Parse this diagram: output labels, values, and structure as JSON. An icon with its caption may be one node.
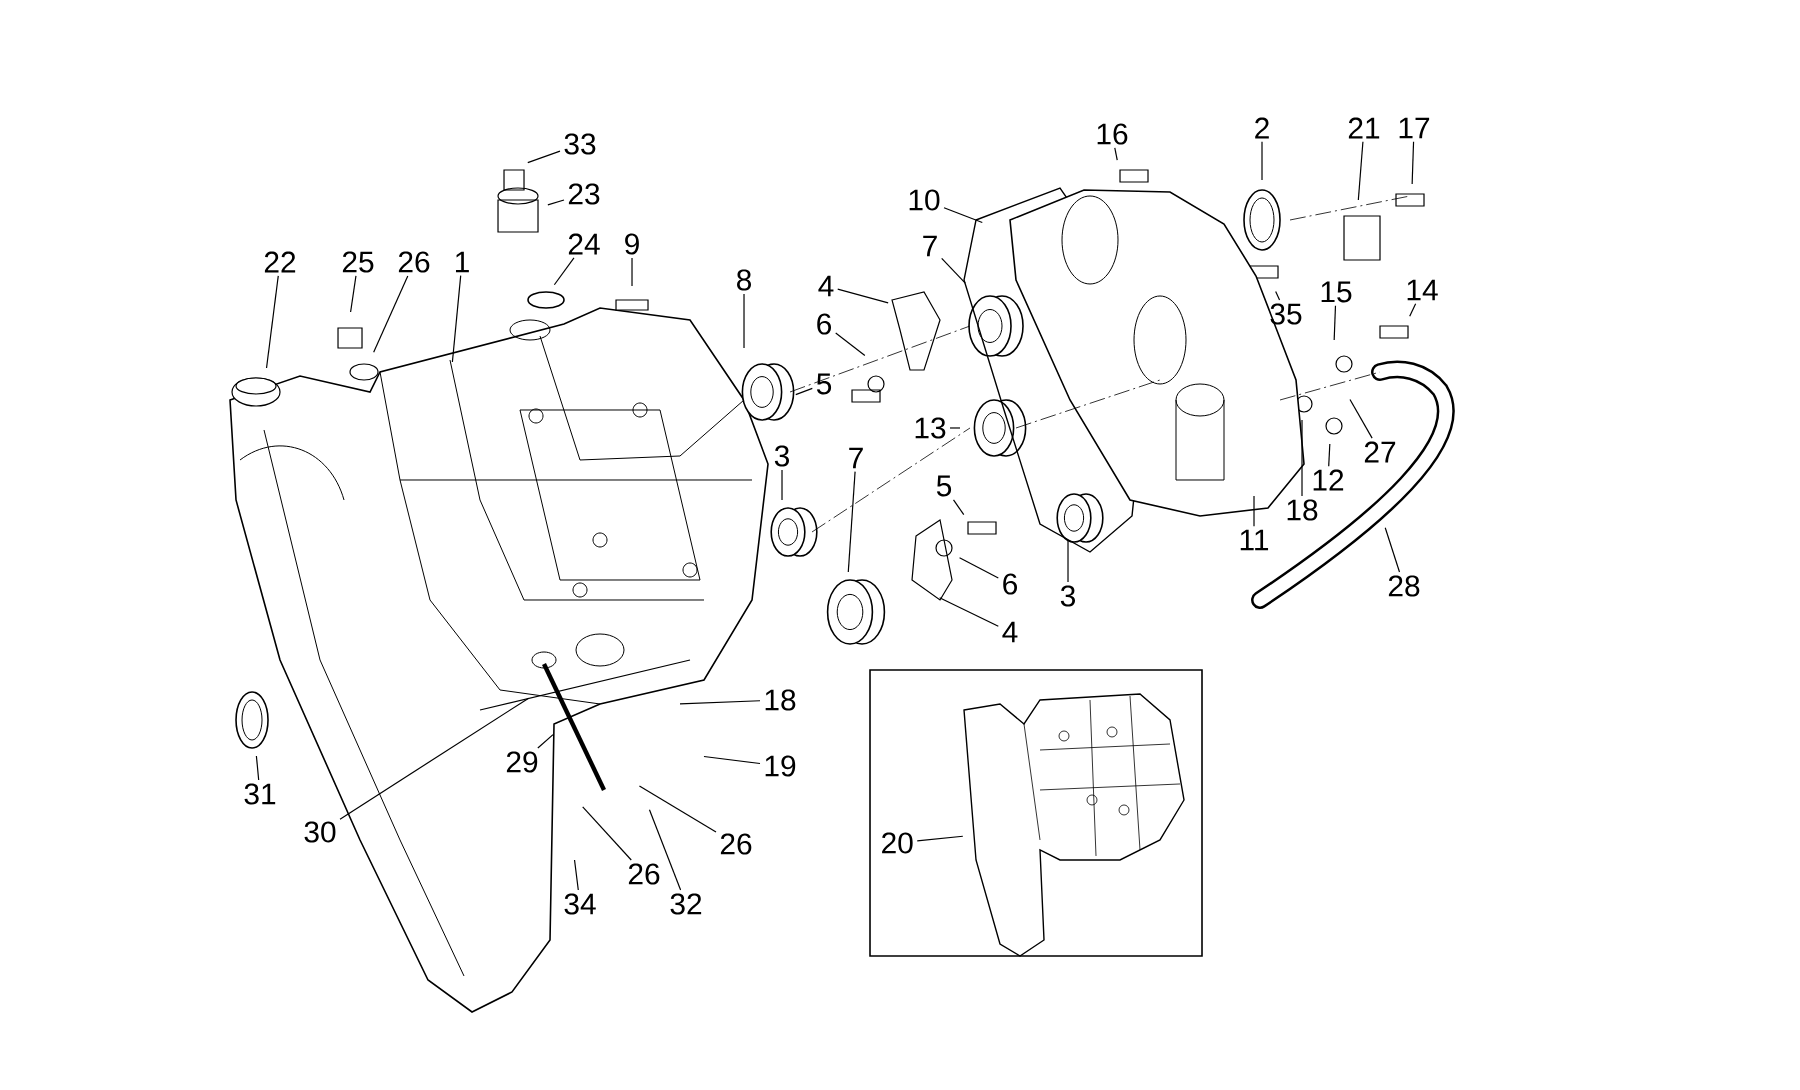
{
  "diagram": {
    "nodes": [
      {
        "text": [],
        "shape": "box"
      },
      {
        "text": [
          "33"
        ]
      },
      {
        "text": [
          "16"
        ]
      },
      {
        "text": [
          "2"
        ]
      },
      {
        "text": [
          "21"
        ]
      },
      {
        "text": [
          "17"
        ]
      },
      {
        "text": [
          "23"
        ]
      },
      {
        "text": [
          "10"
        ]
      },
      {
        "text": [
          "9"
        ]
      },
      {
        "text": [
          "24"
        ]
      },
      {
        "text": [
          "7"
        ]
      },
      {
        "text": [
          "22"
        ]
      },
      {
        "text": [
          "25"
        ]
      },
      {
        "text": [
          "26"
        ]
      },
      {
        "text": [
          "1"
        ]
      },
      {
        "text": [
          "8"
        ]
      },
      {
        "text": [
          "4"
        ]
      },
      {
        "text": [
          "14"
        ]
      },
      {
        "text": [
          "15"
        ]
      },
      {
        "text": [
          "35"
        ]
      },
      {
        "text": [
          "6"
        ]
      },
      {
        "text": [
          "5"
        ]
      },
      {
        "text": [
          "13"
        ]
      },
      {
        "text": [
          "27"
        ]
      },
      {
        "text": [
          "3"
        ]
      },
      {
        "text": [
          "7"
        ]
      },
      {
        "text": [
          "12"
        ]
      },
      {
        "text": [
          "5"
        ]
      },
      {
        "text": [
          "18"
        ]
      },
      {
        "text": [
          "11"
        ]
      },
      {
        "text": [
          "6"
        ]
      },
      {
        "text": [
          "28"
        ]
      },
      {
        "text": [
          "3"
        ]
      },
      {
        "text": [
          "4"
        ]
      },
      {
        "text": [
          "18"
        ]
      },
      {
        "text": [
          "29"
        ]
      },
      {
        "text": [
          "19"
        ]
      },
      {
        "text": [
          "31"
        ]
      },
      {
        "text": [
          "30"
        ]
      },
      {
        "text": [
          "20"
        ],
        "in": 0
      },
      {
        "text": [
          "26"
        ]
      },
      {
        "text": [
          "26"
        ]
      },
      {
        "text": [
          "34"
        ]
      },
      {
        "text": [
          "32"
        ]
      },
      {
        "text": [],
        "shape": "picture",
        "in": 0
      }
    ],
    "edges": [
      {
        "from": 1,
        "to": null,
        "arrow": "none"
      },
      {
        "from": 2,
        "to": null,
        "arrow": "none"
      },
      {
        "from": 3,
        "to": null,
        "arrow": "none"
      },
      {
        "from": 4,
        "to": null,
        "arrow": "none"
      },
      {
        "from": 5,
        "to": null,
        "arrow": "none"
      },
      {
        "from": 6,
        "to": null,
        "arrow": "none"
      },
      {
        "from": 7,
        "to": null,
        "arrow": "none"
      },
      {
        "from": 8,
        "to": null,
        "arrow": "none"
      },
      {
        "from": 9,
        "to": null,
        "arrow": "none"
      },
      {
        "from": 10,
        "to": null,
        "arrow": "none"
      },
      {
        "from": 11,
        "to": null,
        "arrow": "none"
      },
      {
        "from": 12,
        "to": null,
        "arrow": "none"
      },
      {
        "from": 13,
        "to": null,
        "arrow": "none"
      },
      {
        "from": 14,
        "to": null,
        "arrow": "none"
      },
      {
        "from": 15,
        "to": null,
        "arrow": "none"
      },
      {
        "from": 16,
        "to": null,
        "arrow": "none"
      },
      {
        "from": 17,
        "to": null,
        "arrow": "none"
      },
      {
        "from": 18,
        "to": null,
        "arrow": "none"
      },
      {
        "from": 19,
        "to": null,
        "arrow": "none"
      },
      {
        "from": 20,
        "to": null,
        "arrow": "none"
      },
      {
        "from": 21,
        "to": null,
        "arrow": "none"
      },
      {
        "from": 22,
        "to": null,
        "arrow": "none"
      },
      {
        "from": 23,
        "to": null,
        "arrow": "none"
      },
      {
        "from": 24,
        "to": null,
        "arrow": "none"
      },
      {
        "from": 25,
        "to": null,
        "arrow": "none"
      },
      {
        "from": 26,
        "to": null,
        "arrow": "none"
      },
      {
        "from": 27,
        "to": null,
        "arrow": "none"
      },
      {
        "from": 28,
        "to": null,
        "arrow": "none"
      },
      {
        "from": 29,
        "to": null,
        "arrow": "none"
      },
      {
        "from": 30,
        "to": null,
        "arrow": "none"
      },
      {
        "from": 31,
        "to": null,
        "arrow": "none"
      },
      {
        "from": 32,
        "to": null,
        "arrow": "none"
      },
      {
        "from": 33,
        "to": null,
        "arrow": "none"
      },
      {
        "from": 34,
        "to": null,
        "arrow": "none"
      },
      {
        "from": 35,
        "to": null,
        "arrow": "none"
      },
      {
        "from": 36,
        "to": null,
        "arrow": "none"
      },
      {
        "from": 37,
        "to": null,
        "arrow": "none"
      },
      {
        "from": 38,
        "to": null,
        "arrow": "none"
      },
      {
        "from": 39,
        "to": 44,
        "arrow": "none"
      },
      {
        "from": 40,
        "to": null,
        "arrow": "none"
      },
      {
        "from": 41,
        "to": null,
        "arrow": "none"
      },
      {
        "from": 42,
        "to": null,
        "arrow": "none"
      },
      {
        "from": 43,
        "to": null,
        "arrow": "none"
      }
    ]
  }
}
